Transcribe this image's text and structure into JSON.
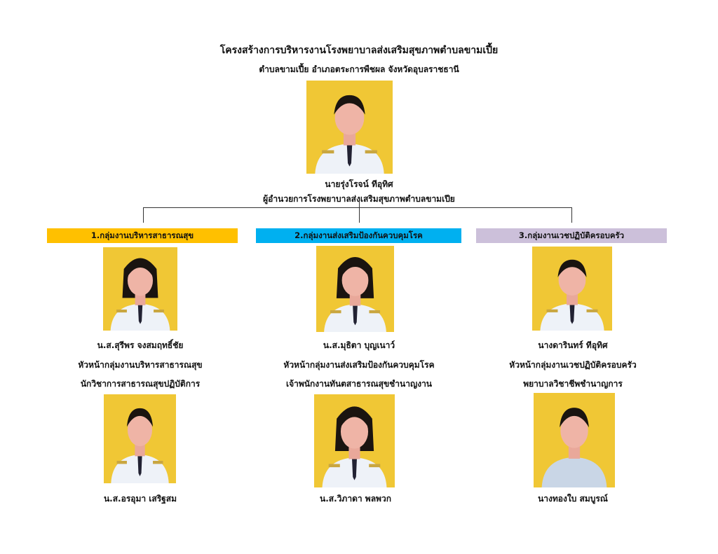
{
  "header": {
    "title": "โครงสร้างการบริหารงานโรงพยาบาลส่งเสริมสุขภาพตำบลขามเปี้ย",
    "subtitle": "ตำบลขามเปี้ย  อำเภอตระการพืชผล   จังหวัดอุบลราชธานี"
  },
  "director": {
    "name": "นายรุ่งโรจน์   ทีอุทิศ",
    "position": "ผู้อำนวยการโรงพยาบาลส่งเสริมสุขภาพตำบลขามเปีย"
  },
  "groups": [
    {
      "label": "1.กลุ่มงานบริหารสาธารณสุข",
      "color": "#FFC000",
      "head": {
        "name": "น.ส.สุรีพร  จงสมฤทธิ์ชัย",
        "role": "หัวหน้ากลุ่มงานบริหารสาธารณสุข",
        "position": "นักวิชาการสาธารณสุขปฏิบัติการ"
      },
      "member": {
        "name": "น.ส.อรอุมา  เสริฐสม"
      }
    },
    {
      "label": "2.กลุ่มงานส่งเสริมป้องกันควบคุมโรค",
      "color": "#00B0F0",
      "head": {
        "name": "น.ส.มุธิตา  บุญเนาว์",
        "role": "หัวหน้ากลุ่มงานส่งเสริมป้องกันควบคุมโรค",
        "position": "เจ้าพนักงานทันตสาธารณสุขชำนาญงาน"
      },
      "member": {
        "name": "น.ส.วิภาดา  พลพวก"
      }
    },
    {
      "label": "3.กลุ่มงานเวชปฏิบัติครอบครัว",
      "color": "#CCC0DA",
      "head": {
        "name": "นางดารินทร์   ทีอุทิศ",
        "role": "หัวหน้ากลุ่มงานเวชปฏิบัติครอบครัว",
        "position": "พยาบาลวิชาชีพชำนาญการ"
      },
      "member": {
        "name": "นางทองใบ   สมบูรณ์"
      }
    }
  ]
}
